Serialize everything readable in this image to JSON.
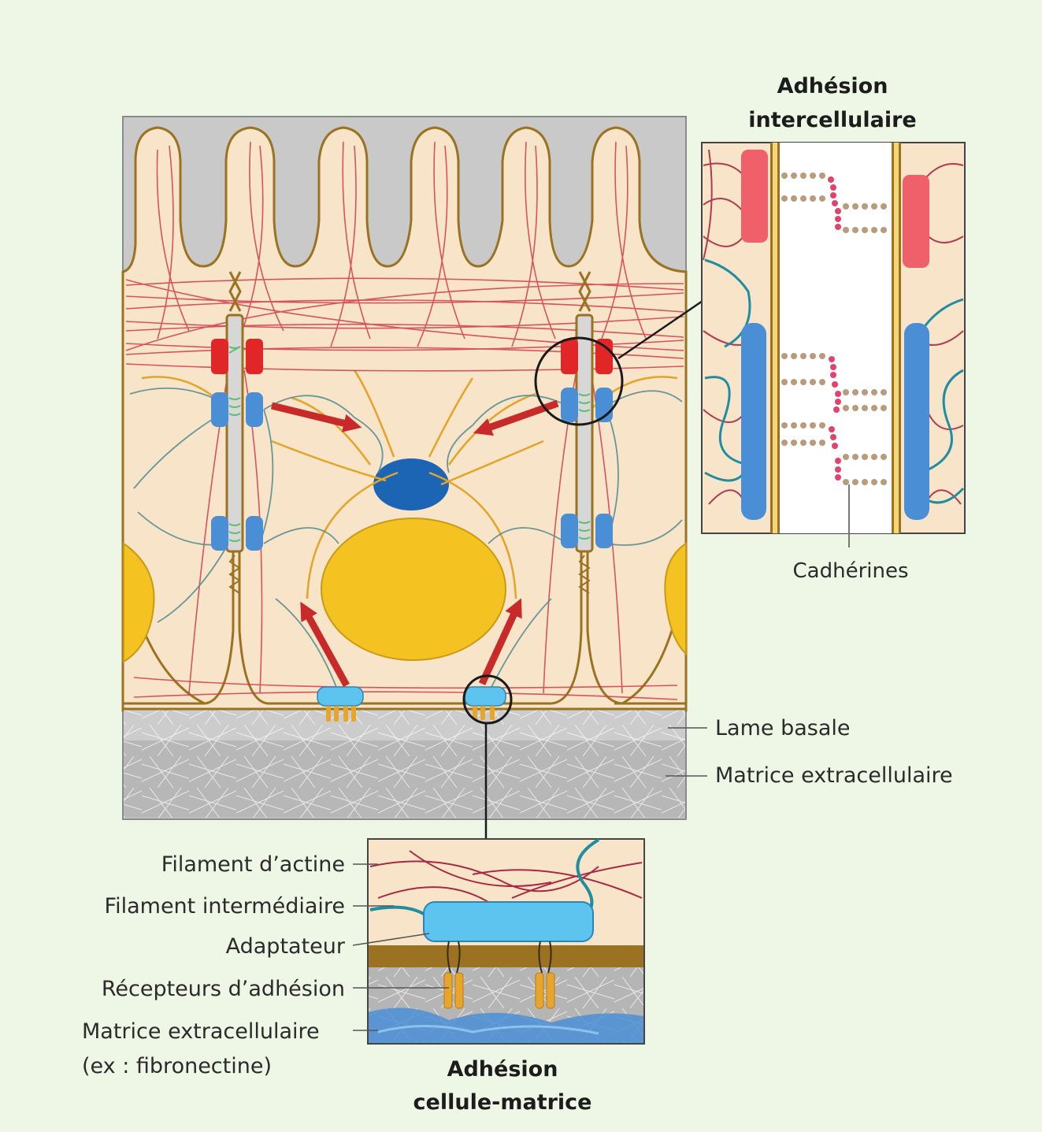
{
  "titles": {
    "intercellular": [
      "Adhésion",
      "intercellulaire"
    ],
    "cell_matrix": [
      "Adhésion",
      "cellule-matrice"
    ]
  },
  "labels": {
    "cadherines": "Cadhérines",
    "lame_basale": "Lame basale",
    "matrice_main": "Matrice extracellulaire",
    "actine": "Filament d’actine",
    "intermediaire": "Filament intermédiaire",
    "adaptateur": "Adaptateur",
    "recepteurs": "Récepteurs d’adhésion",
    "matrice_inset": "Matrice extracellulaire",
    "fibronectine": "(ex : fibronectine)"
  },
  "colors": {
    "background": "#eef6e6",
    "cytoplasm": "#f8e4c8",
    "membrane": "#9a7222",
    "lumen": "#c9c9c9",
    "actin": "#d23a4c",
    "intermediate": "#5a8e94",
    "nucleus": "#f4c322",
    "centrosome": "#1c64b4",
    "tight_junction": "#e02626",
    "adherens": "#4a8ed6",
    "arrow": "#c82a2a",
    "adaptor": "#5cc4ee",
    "receptor": "#e8a52c",
    "fibronectin": "#4a8ed6"
  }
}
